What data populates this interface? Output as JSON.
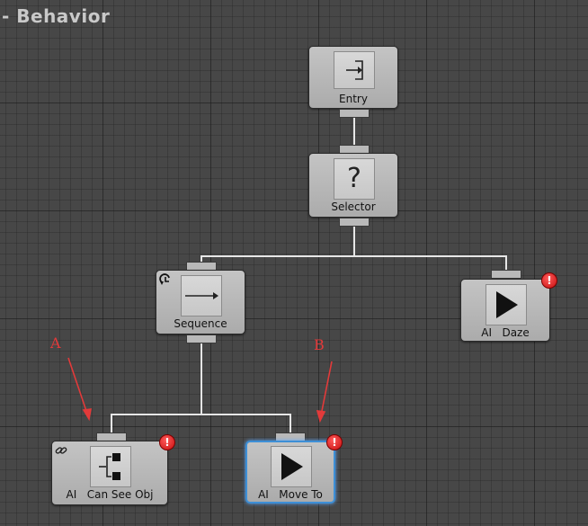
{
  "header": {
    "title": "- Behavior"
  },
  "nodes": {
    "entry": {
      "label": "Entry",
      "icon": "entry-arrow-icon"
    },
    "selector": {
      "label": "Selector",
      "icon": "question-mark-icon",
      "glyph": "?"
    },
    "sequence": {
      "label": "Sequence",
      "icon": "right-arrow-icon"
    },
    "daze": {
      "label": "AI   Daze",
      "icon": "play-icon"
    },
    "can_see": {
      "label": "AI   Can See Obj",
      "icon": "conditional-branch-icon"
    },
    "move_to": {
      "label": "AI   Move To",
      "icon": "play-icon"
    }
  },
  "error_glyph": "!",
  "annotations": {
    "a": "A",
    "b": "B"
  },
  "colors": {
    "annotation": "#e23a3a",
    "selection": "#3d8fd6",
    "error": "#d01414"
  }
}
